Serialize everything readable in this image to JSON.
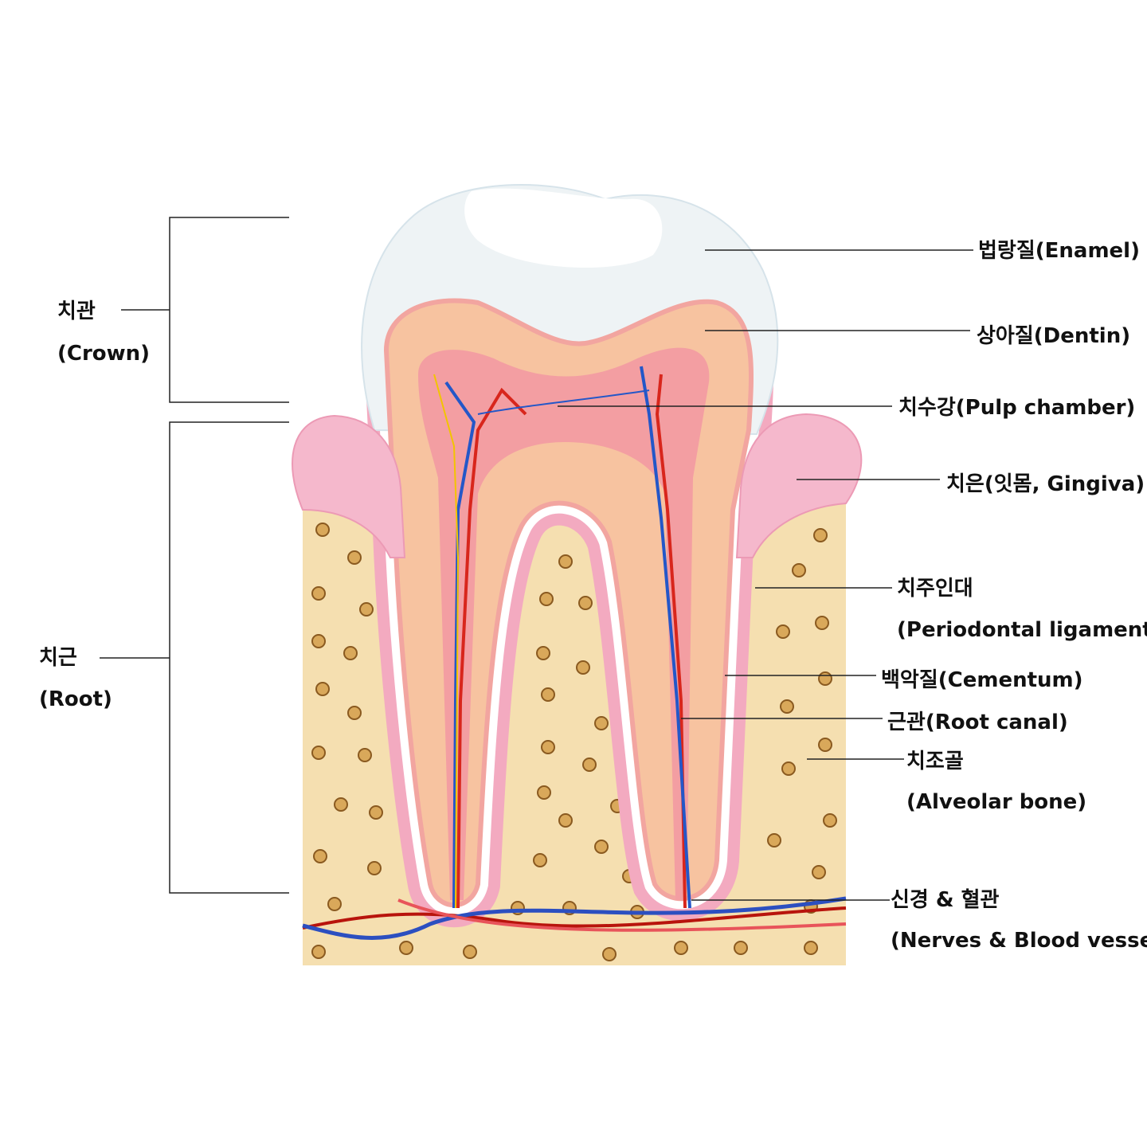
{
  "left_labels": {
    "crown_ko": "치관",
    "crown_en": "(Crown)",
    "root_ko": "치근",
    "root_en": "(Root)"
  },
  "right_labels": {
    "enamel": "법랑질(Enamel)",
    "dentin": "상아질(Dentin)",
    "pulp": "치수강(Pulp chamber)",
    "gingiva": "치은(잇몸, Gingiva)",
    "pdl_ko": "치주인대",
    "pdl_en": "(Periodontal ligament)",
    "cementum": "백악질(Cementum)",
    "root_canal": "근관(Root canal)",
    "alveolar_ko": "치조골",
    "alveolar_en": "(Alveolar bone)",
    "nerves_ko": "신경 & 혈관",
    "nerves_en": "(Nerves & Blood vessel)"
  },
  "colors": {
    "bone": "#f5dfb0",
    "enamel": "#eef3f5",
    "dentin": "#f7c3a0",
    "pulp": "#f39ea2",
    "gingiva": "#f5b8cc",
    "artery": "#d8261c",
    "vein": "#2457c8",
    "nerve": "#f2c400"
  }
}
